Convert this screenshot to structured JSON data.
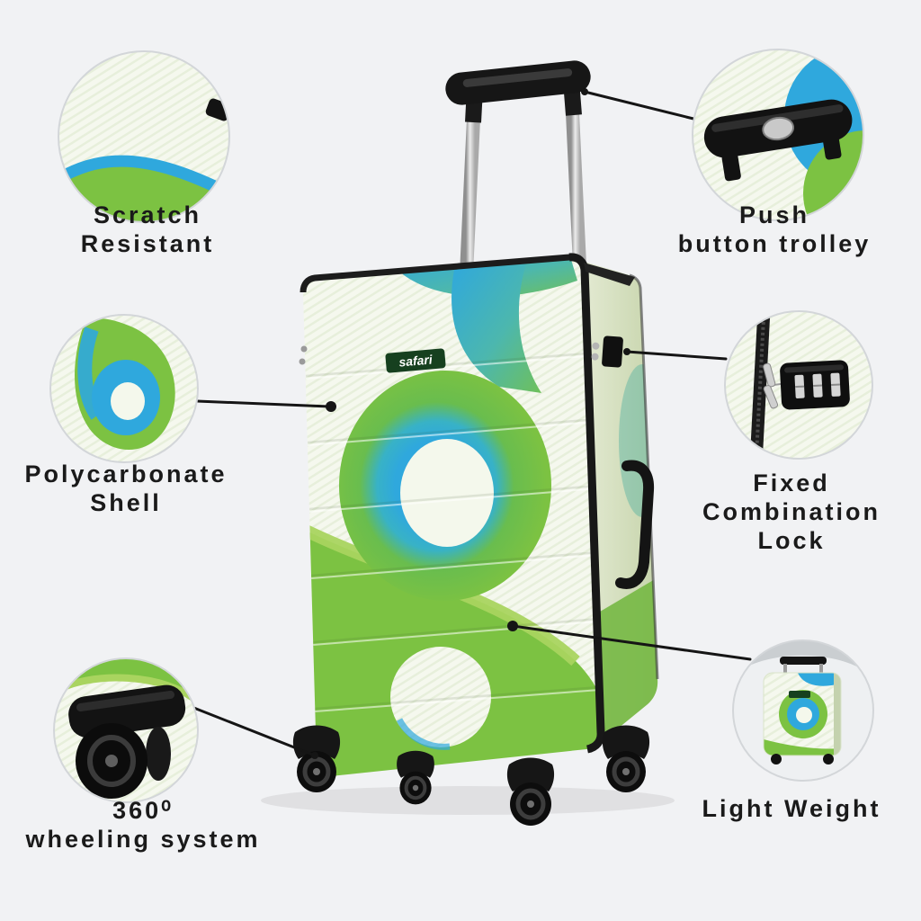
{
  "page": {
    "background": "#f1f2f4"
  },
  "brand": {
    "logo_text": "safari"
  },
  "colors": {
    "green": "#7cc242",
    "light_green": "#a9d45f",
    "blue": "#2fa8dd",
    "dark": "#151515",
    "shell": "#f4f8ec",
    "badge_green": "#16401f"
  },
  "features": [
    {
      "id": "scratch-resistant",
      "lines": [
        "Scratch",
        "Resistant"
      ]
    },
    {
      "id": "push-button-trolley",
      "lines": [
        "Push",
        "button trolley"
      ]
    },
    {
      "id": "polycarbonate-shell",
      "lines": [
        "Polycarbonate",
        "Shell"
      ]
    },
    {
      "id": "fixed-combination-lock",
      "lines": [
        "Fixed",
        "Combination",
        "Lock"
      ]
    },
    {
      "id": "360-wheeling-system",
      "lines": [
        "360⁰",
        "wheeling system"
      ]
    },
    {
      "id": "light-weight",
      "lines": [
        "Light Weight"
      ]
    }
  ]
}
